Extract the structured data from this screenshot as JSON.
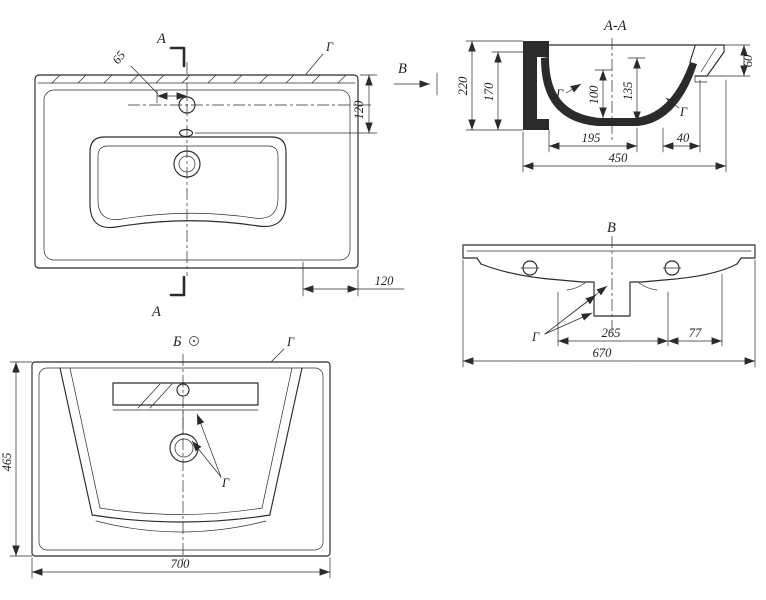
{
  "views": {
    "plan": {
      "section_letter_top": "А",
      "section_letter_bottom": "А",
      "corner_label": "Г",
      "dim_65": "65",
      "dim_120_right": "120",
      "dim_120_bottom": "120"
    },
    "section": {
      "title": "А-А",
      "arrow_label": "B",
      "label_g_left": "Г",
      "label_g_right": "Г",
      "dim_220": "220",
      "dim_170": "170",
      "dim_100": "100",
      "dim_135": "135",
      "dim_60": "60",
      "dim_195": "195",
      "dim_40": "40",
      "dim_450": "450"
    },
    "view_b": {
      "title": "В",
      "label_g": "Г",
      "dim_265": "265",
      "dim_77": "77",
      "dim_670": "670"
    },
    "bottom": {
      "title": "Б",
      "corner_label": "Г",
      "label_g": "Г",
      "dim_465": "465",
      "dim_700": "700"
    }
  }
}
